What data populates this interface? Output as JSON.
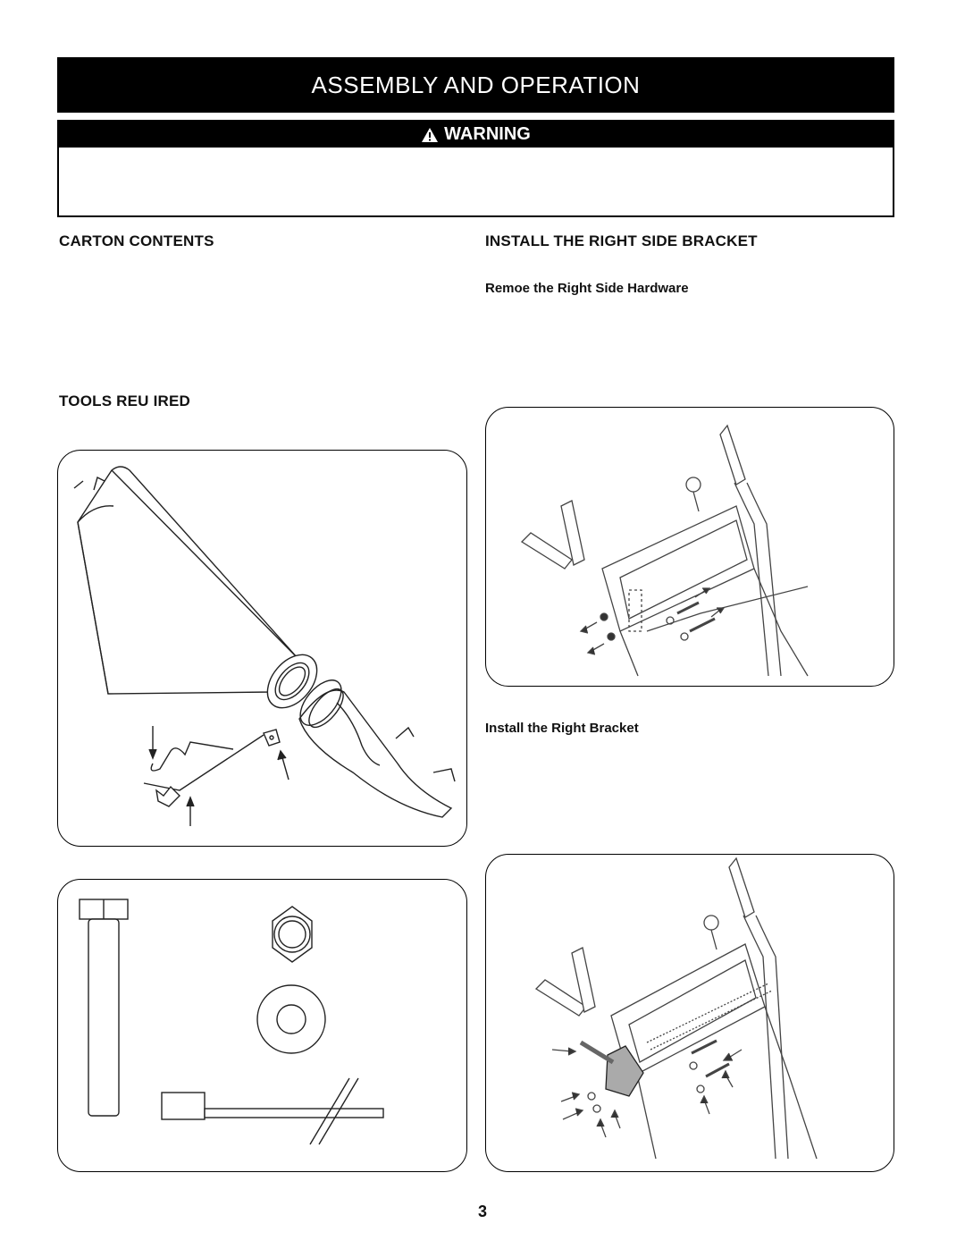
{
  "header": {
    "title": "ASSEMBLY AND OPERATION"
  },
  "warning": {
    "label": "WARNING",
    "icon": "warning-triangle-icon"
  },
  "left_column": {
    "carton_heading": "CARTON CONTENTS",
    "tools_heading": "TOOLS REU   IRED"
  },
  "right_column": {
    "install_heading": "INSTALL THE RIGHT SIDE BRACKET",
    "step1_label": "Remoe the   Right Side Hardware",
    "step2_label": "Install the Right Bracket"
  },
  "figures": {
    "carton_contents_figure": "chute-assembly-illustration",
    "tools_figure": "hardware-illustration",
    "remove_hardware_figure": "snow-thrower-remove-hardware-illustration",
    "install_bracket_figure": "snow-thrower-install-bracket-illustration"
  },
  "footer": {
    "page_number": "3"
  }
}
